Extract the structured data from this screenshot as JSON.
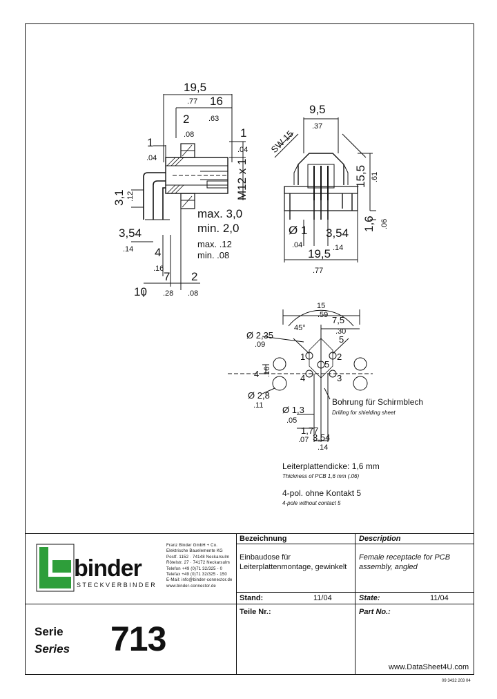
{
  "drawing": {
    "side_view": {
      "overall_length": "19,5",
      "overall_length_in": ".77",
      "body_length": "16",
      "body_length_in": ".63",
      "dim_2": "2",
      "dim_2_in": ".08",
      "dim_1_left": "1",
      "dim_1_left_in": ".04",
      "dim_1_right": "1",
      "dim_1_right_in": ".04",
      "thread": "M12 x 1",
      "dim_31": "3,1",
      "dim_31_in": ".12",
      "dim_354": "3,54",
      "dim_354_in": ".14",
      "dim_4": "4",
      "dim_4_in": ".16",
      "max": "max. 3,0",
      "min": "min. 2,0",
      "max_in": "max. .12",
      "min_in": "min. .08",
      "dim_10": "10",
      "dim_7": "7",
      "dim_7_in": ".28",
      "dim_2b": "2",
      "dim_2b_in": ".08"
    },
    "front_view": {
      "width": "9,5",
      "width_in": ".37",
      "wrench": "SW 15",
      "height": "15,5",
      "height_in": ".61",
      "dim_16": "1,6",
      "dim_16_in": ".06",
      "dim_1": "Ø 1",
      "dim_1_in": ".04",
      "dim_354": "3,54",
      "dim_354_in": ".14",
      "dim_195": "19,5",
      "dim_195_in": ".77"
    },
    "pcb_layout": {
      "dim_15": "15",
      "dim_15_in": ".59",
      "dim_75": "7,5",
      "dim_75_in": ".30",
      "angle": "45°",
      "hole_235": "Ø 2,35",
      "hole_235_in": ".09",
      "hole_28": "Ø 2,8",
      "hole_28_in": ".11",
      "hole_13": "Ø 1,3",
      "hole_13_in": ".05",
      "dim_4": "4",
      "dim_4_in": ".16",
      "dim_5": "5",
      "dim_177": "1,77",
      "dim_177_in": ".07",
      "dim_354": "3,54",
      "dim_354_in": ".14",
      "pins": [
        "1",
        "2",
        "3",
        "4",
        "5"
      ],
      "bore_de": "Bohrung für Schirmblech",
      "bore_en": "Drilling for shielding sheet"
    },
    "notes": {
      "thickness_de": "Leiterplattendicke: 1,6 mm",
      "thickness_en": "Thickness of PCB 1,6 mm (.06)",
      "poles_de": "4-pol. ohne Kontakt 5",
      "poles_en": "4-pole without contact 5"
    }
  },
  "title_block": {
    "company": {
      "logo": "binder",
      "logo_sub": "STECKVERBINDER",
      "address": "Franz Binder GmbH + Co.\nElektrische Bauelemente KG\nPostf. 1152 · 74148 Neckarsulm\nRötelstr. 27 · 74172 Neckarsulm\nTelefon +49 (0)71 32/325 - 0\nTelefax +49 (0)71 32/325 - 150\nE-Mail: info@binder-connector.de\nwww.binder-connector.de"
    },
    "bezeichnung_label": "Bezeichnung",
    "bezeichnung": "Einbaudose für Leiterplattenmontage, gewinkelt",
    "description_label": "Description",
    "description": "Female receptacle for PCB assembly, angled",
    "stand_label": "Stand:",
    "stand_value": "11/04",
    "state_label": "State:",
    "state_value": "11/04",
    "teile_label": "Teile Nr.:",
    "part_label": "Part No.:",
    "serie_de": "Serie",
    "serie_en": "Series",
    "series_number": "713"
  },
  "watermark": "www.DataSheet4U.com",
  "doc_number": "09 3432 203 04",
  "colors": {
    "logo_green": "#2e9e3a",
    "ink": "#111111"
  }
}
